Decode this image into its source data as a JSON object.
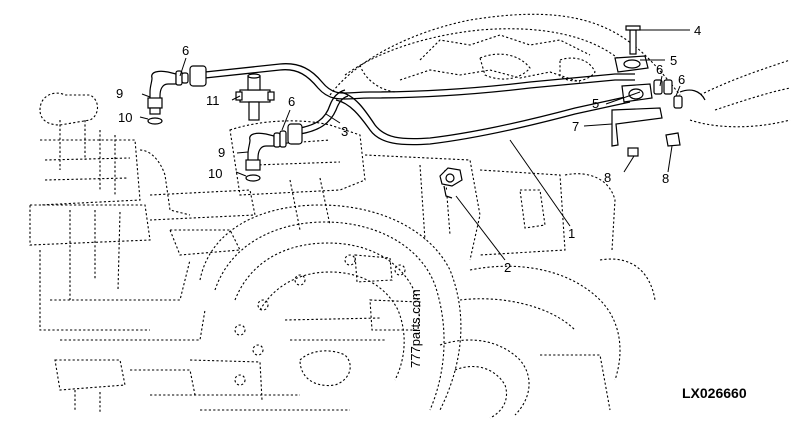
{
  "figure_id": "LX026660",
  "watermark": "777parts.com",
  "callouts": [
    {
      "id": "c1",
      "text": "1"
    },
    {
      "id": "c2",
      "text": "2"
    },
    {
      "id": "c3",
      "text": "3"
    },
    {
      "id": "c4",
      "text": "4"
    },
    {
      "id": "c5a",
      "text": "5"
    },
    {
      "id": "c5b",
      "text": "5"
    },
    {
      "id": "c6a",
      "text": "6"
    },
    {
      "id": "c6b",
      "text": "6"
    },
    {
      "id": "c6c",
      "text": "6"
    },
    {
      "id": "c6d",
      "text": "6"
    },
    {
      "id": "c7",
      "text": "7"
    },
    {
      "id": "c8a",
      "text": "8"
    },
    {
      "id": "c8b",
      "text": "8"
    },
    {
      "id": "c9a",
      "text": "9"
    },
    {
      "id": "c9b",
      "text": "9"
    },
    {
      "id": "c10a",
      "text": "10"
    },
    {
      "id": "c10b",
      "text": "10"
    },
    {
      "id": "c11",
      "text": "11"
    }
  ]
}
